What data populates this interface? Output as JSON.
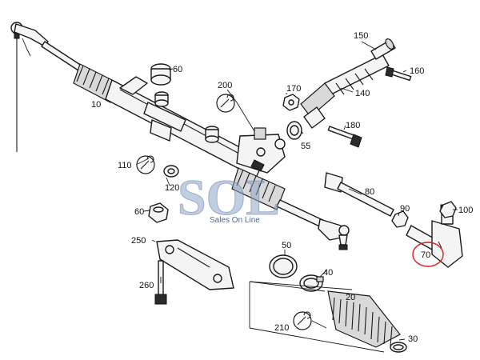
{
  "callouts": [
    {
      "id": "10",
      "label": "10"
    },
    {
      "id": "20",
      "label": "20"
    },
    {
      "id": "30",
      "label": "30"
    },
    {
      "id": "40",
      "label": "40"
    },
    {
      "id": "50",
      "label": "50"
    },
    {
      "id": "55",
      "label": "55"
    },
    {
      "id": "60a",
      "label": "60"
    },
    {
      "id": "60b",
      "label": "60"
    },
    {
      "id": "70",
      "label": "70"
    },
    {
      "id": "80",
      "label": "80"
    },
    {
      "id": "90",
      "label": "90"
    },
    {
      "id": "100",
      "label": "100"
    },
    {
      "id": "110",
      "label": "110"
    },
    {
      "id": "120",
      "label": "120"
    },
    {
      "id": "140",
      "label": "140"
    },
    {
      "id": "150",
      "label": "150"
    },
    {
      "id": "160",
      "label": "160"
    },
    {
      "id": "170",
      "label": "170"
    },
    {
      "id": "180",
      "label": "180"
    },
    {
      "id": "200",
      "label": "200"
    },
    {
      "id": "210",
      "label": "210"
    },
    {
      "id": "250",
      "label": "250"
    },
    {
      "id": "260",
      "label": "260"
    }
  ],
  "highlighted_callout": "70",
  "colors": {
    "highlight": "#d81e1e",
    "watermark": "#5d7aa6",
    "line": "#1a1a1a"
  },
  "icons": [
    "wrench-symbol-icon"
  ],
  "watermark": {
    "logo": "SOL",
    "tagline": "Sales On Line"
  }
}
